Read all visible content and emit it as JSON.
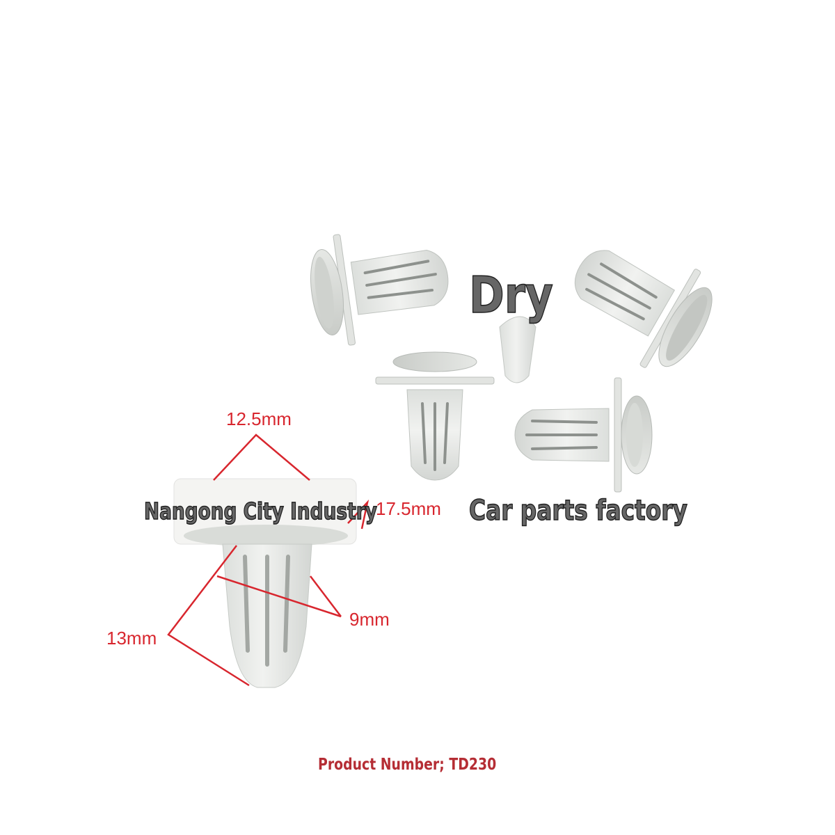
{
  "image": {
    "watermarks": {
      "top": "Dry",
      "left": "Nangong City Industry",
      "right": "Car parts factory"
    },
    "dimensions": {
      "head_top": "12.5mm",
      "head_diameter": "17.5mm",
      "body_width": "9mm",
      "body_length": "13mm"
    },
    "product_number": "Product Number; TD230",
    "colors": {
      "annotation": "#d8262e",
      "clip_plastic": "#e9ecea",
      "product_text": "#b52d34"
    },
    "icons": [
      "plastic-push-clip",
      "dimension-lines"
    ]
  }
}
